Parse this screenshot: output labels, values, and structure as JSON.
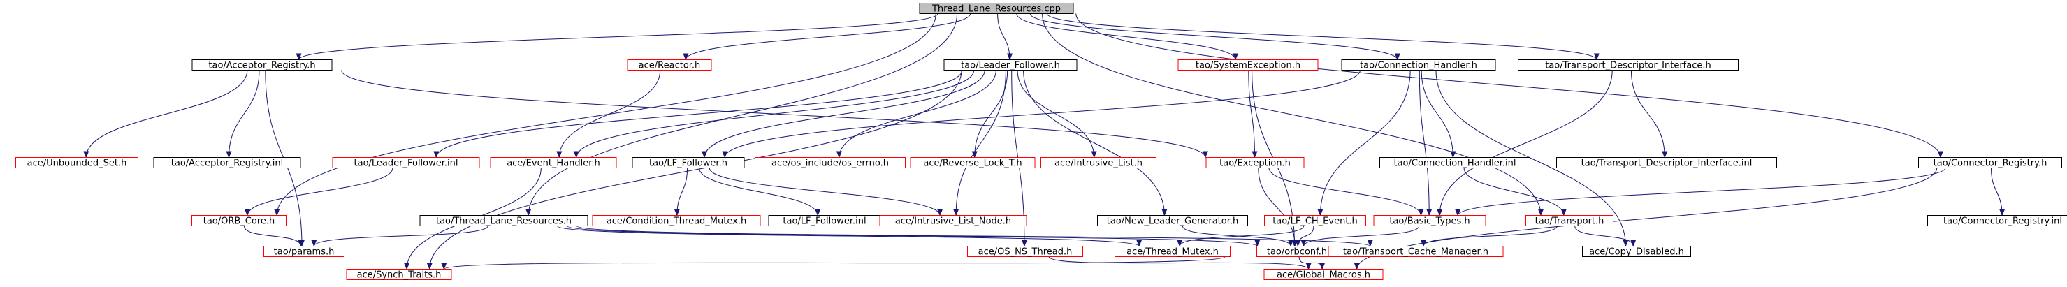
{
  "colors": {
    "edge": "#191970",
    "border_documented": "#000000",
    "border_undocumented": "#ff0000",
    "root_fill": "#bfbfbf",
    "node_fill": "#ffffff",
    "text": "#000000"
  },
  "nodes": [
    {
      "id": "root",
      "label": "Thread_Lane_Resources.cpp",
      "kind": "root"
    },
    {
      "id": "acc_reg_h",
      "label": "tao/Acceptor_Registry.h",
      "kind": "documented"
    },
    {
      "id": "reactor_h",
      "label": "ace/Reactor.h",
      "kind": "undocumented"
    },
    {
      "id": "lf_h",
      "label": "tao/Leader_Follower.h",
      "kind": "documented"
    },
    {
      "id": "sysexc_h",
      "label": "tao/SystemException.h",
      "kind": "undocumented"
    },
    {
      "id": "conn_handler_h",
      "label": "tao/Connection_Handler.h",
      "kind": "documented"
    },
    {
      "id": "tdi_h",
      "label": "tao/Transport_Descriptor_Interface.h",
      "kind": "documented"
    },
    {
      "id": "unb_set_h",
      "label": "ace/Unbounded_Set.h",
      "kind": "undocumented"
    },
    {
      "id": "acc_reg_inl",
      "label": "tao/Acceptor_Registry.inl",
      "kind": "documented"
    },
    {
      "id": "lf_inl",
      "label": "tao/Leader_Follower.inl",
      "kind": "undocumented"
    },
    {
      "id": "evh_h",
      "label": "ace/Event_Handler.h",
      "kind": "undocumented"
    },
    {
      "id": "lf_follower_h",
      "label": "tao/LF_Follower.h",
      "kind": "documented"
    },
    {
      "id": "os_errno_h",
      "label": "ace/os_include/os_errno.h",
      "kind": "undocumented"
    },
    {
      "id": "rev_lock_h",
      "label": "ace/Reverse_Lock_T.h",
      "kind": "undocumented"
    },
    {
      "id": "intr_list_h",
      "label": "ace/Intrusive_List.h",
      "kind": "undocumented"
    },
    {
      "id": "exception_h",
      "label": "tao/Exception.h",
      "kind": "undocumented"
    },
    {
      "id": "conn_handler_inl",
      "label": "tao/Connection_Handler.inl",
      "kind": "documented"
    },
    {
      "id": "tdi_inl",
      "label": "tao/Transport_Descriptor_Interface.inl",
      "kind": "documented"
    },
    {
      "id": "conn_reg_h",
      "label": "tao/Connector_Registry.h",
      "kind": "documented"
    },
    {
      "id": "orb_core_h",
      "label": "tao/ORB_Core.h",
      "kind": "undocumented"
    },
    {
      "id": "tlr_h",
      "label": "tao/Thread_Lane_Resources.h",
      "kind": "documented"
    },
    {
      "id": "cond_mutex_h",
      "label": "ace/Condition_Thread_Mutex.h",
      "kind": "undocumented"
    },
    {
      "id": "lf_follower_inl",
      "label": "tao/LF_Follower.inl",
      "kind": "documented"
    },
    {
      "id": "intr_list_node_h",
      "label": "ace/Intrusive_List_Node.h",
      "kind": "undocumented"
    },
    {
      "id": "nlg_h",
      "label": "tao/New_Leader_Generator.h",
      "kind": "documented"
    },
    {
      "id": "lf_ch_event_h",
      "label": "tao/LF_CH_Event.h",
      "kind": "undocumented"
    },
    {
      "id": "basic_types_h",
      "label": "tao/Basic_Types.h",
      "kind": "undocumented"
    },
    {
      "id": "transport_h",
      "label": "tao/Transport.h",
      "kind": "undocumented"
    },
    {
      "id": "conn_reg_inl",
      "label": "tao/Connector_Registry.inl",
      "kind": "documented"
    },
    {
      "id": "params_h",
      "label": "tao/params.h",
      "kind": "undocumented"
    },
    {
      "id": "os_ns_thread_h",
      "label": "ace/OS_NS_Thread.h",
      "kind": "undocumented"
    },
    {
      "id": "thread_mutex_h",
      "label": "ace/Thread_Mutex.h",
      "kind": "undocumented"
    },
    {
      "id": "orbconf_h",
      "label": "tao/orbconf.h",
      "kind": "undocumented"
    },
    {
      "id": "tcm_h",
      "label": "tao/Transport_Cache_Manager.h",
      "kind": "undocumented"
    },
    {
      "id": "copy_disabled_h",
      "label": "ace/Copy_Disabled.h",
      "kind": "documented"
    },
    {
      "id": "synch_traits_h",
      "label": "ace/Synch_Traits.h",
      "kind": "undocumented"
    },
    {
      "id": "global_macros_h",
      "label": "ace/Global_Macros.h",
      "kind": "undocumented"
    }
  ],
  "edges": [
    [
      "root",
      "acc_reg_h"
    ],
    [
      "root",
      "reactor_h"
    ],
    [
      "root",
      "lf_h"
    ],
    [
      "root",
      "sysexc_h"
    ],
    [
      "root",
      "conn_handler_h"
    ],
    [
      "root",
      "tdi_h"
    ],
    [
      "root",
      "conn_reg_h"
    ],
    [
      "root",
      "orb_core_h"
    ],
    [
      "root",
      "tlr_h"
    ],
    [
      "root",
      "transport_h"
    ],
    [
      "acc_reg_h",
      "unb_set_h"
    ],
    [
      "acc_reg_h",
      "acc_reg_inl"
    ],
    [
      "acc_reg_h",
      "params_h"
    ],
    [
      "acc_reg_h",
      "exception_h"
    ],
    [
      "reactor_h",
      "evh_h"
    ],
    [
      "lf_h",
      "lf_inl"
    ],
    [
      "lf_h",
      "evh_h"
    ],
    [
      "lf_h",
      "lf_follower_h"
    ],
    [
      "lf_h",
      "os_errno_h"
    ],
    [
      "lf_h",
      "rev_lock_h"
    ],
    [
      "lf_h",
      "intr_list_h"
    ],
    [
      "lf_h",
      "nlg_h"
    ],
    [
      "lf_h",
      "intr_list_node_h"
    ],
    [
      "lf_h",
      "os_ns_thread_h"
    ],
    [
      "lf_h",
      "synch_traits_h"
    ],
    [
      "sysexc_h",
      "exception_h"
    ],
    [
      "sysexc_h",
      "orbconf_h"
    ],
    [
      "conn_handler_h",
      "lf_follower_h"
    ],
    [
      "conn_handler_h",
      "lf_ch_event_h"
    ],
    [
      "conn_handler_h",
      "basic_types_h"
    ],
    [
      "conn_handler_h",
      "conn_handler_inl"
    ],
    [
      "conn_handler_h",
      "copy_disabled_h"
    ],
    [
      "tdi_h",
      "tdi_inl"
    ],
    [
      "tdi_h",
      "basic_types_h"
    ],
    [
      "lf_inl",
      "orb_core_h"
    ],
    [
      "evh_h",
      "synch_traits_h"
    ],
    [
      "lf_follower_h",
      "cond_mutex_h"
    ],
    [
      "lf_follower_h",
      "lf_follower_inl"
    ],
    [
      "lf_follower_h",
      "intr_list_node_h"
    ],
    [
      "exception_h",
      "basic_types_h"
    ],
    [
      "exception_h",
      "orbconf_h"
    ],
    [
      "conn_handler_inl",
      "transport_h"
    ],
    [
      "conn_reg_h",
      "conn_reg_inl"
    ],
    [
      "conn_reg_h",
      "basic_types_h"
    ],
    [
      "conn_reg_h",
      "global_macros_h"
    ],
    [
      "orb_core_h",
      "params_h"
    ],
    [
      "tlr_h",
      "params_h"
    ],
    [
      "tlr_h",
      "orbconf_h"
    ],
    [
      "tlr_h",
      "thread_mutex_h"
    ],
    [
      "tlr_h",
      "tcm_h"
    ],
    [
      "nlg_h",
      "orbconf_h"
    ],
    [
      "lf_ch_event_h",
      "orbconf_h"
    ],
    [
      "lf_ch_event_h",
      "thread_mutex_h"
    ],
    [
      "basic_types_h",
      "orbconf_h"
    ],
    [
      "transport_h",
      "tcm_h"
    ],
    [
      "transport_h",
      "copy_disabled_h"
    ],
    [
      "os_ns_thread_h",
      "global_macros_h"
    ],
    [
      "orbconf_h",
      "global_macros_h"
    ],
    [
      "orbconf_h",
      "synch_traits_h"
    ]
  ]
}
